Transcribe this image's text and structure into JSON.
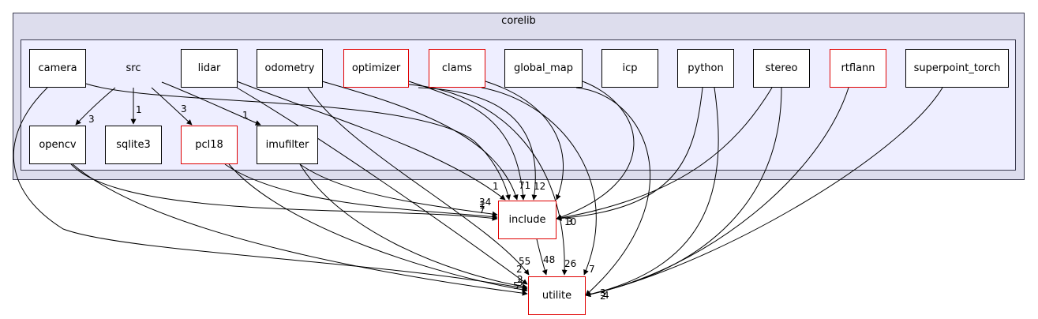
{
  "cluster": {
    "outer_label": "corelib"
  },
  "nodes": [
    {
      "id": "camera",
      "label": "camera",
      "style": "black"
    },
    {
      "id": "src",
      "label": "src",
      "style": "plain"
    },
    {
      "id": "lidar",
      "label": "lidar",
      "style": "black"
    },
    {
      "id": "odometry",
      "label": "odometry",
      "style": "black"
    },
    {
      "id": "optimizer",
      "label": "optimizer",
      "style": "red"
    },
    {
      "id": "clams",
      "label": "clams",
      "style": "red"
    },
    {
      "id": "global_map",
      "label": "global_map",
      "style": "black"
    },
    {
      "id": "icp",
      "label": "icp",
      "style": "black"
    },
    {
      "id": "python",
      "label": "python",
      "style": "black"
    },
    {
      "id": "stereo",
      "label": "stereo",
      "style": "black"
    },
    {
      "id": "rtflann",
      "label": "rtflann",
      "style": "red"
    },
    {
      "id": "superpoint_torch",
      "label": "superpoint_torch",
      "style": "black"
    },
    {
      "id": "opencv",
      "label": "opencv",
      "style": "black"
    },
    {
      "id": "sqlite3",
      "label": "sqlite3",
      "style": "black"
    },
    {
      "id": "pcl18",
      "label": "pcl18",
      "style": "red"
    },
    {
      "id": "imufilter",
      "label": "imufilter",
      "style": "black"
    },
    {
      "id": "include",
      "label": "include",
      "style": "red"
    },
    {
      "id": "utilite",
      "label": "utilite",
      "style": "red"
    }
  ],
  "edge_labels": [
    {
      "id": "src-opencv",
      "text": "3"
    },
    {
      "id": "src-sqlite3",
      "text": "1"
    },
    {
      "id": "src-pcl18",
      "text": "3"
    },
    {
      "id": "src-imufilter",
      "text": "1"
    },
    {
      "id": "lidar-include",
      "text": "1"
    },
    {
      "id": "optimizer-include",
      "text": "71"
    },
    {
      "id": "clams-include",
      "text": "12"
    },
    {
      "id": "globalmap-include",
      "text": "8"
    },
    {
      "id": "imufilter-include",
      "text": "34"
    },
    {
      "id": "pcl18-include",
      "text": "1"
    },
    {
      "id": "opencv-include",
      "text": "7"
    },
    {
      "id": "python-include",
      "text": "10"
    },
    {
      "id": "stereo-include",
      "text": "3"
    },
    {
      "id": "include-utilite",
      "text": "48"
    },
    {
      "id": "odometry-utilite",
      "text": "55"
    },
    {
      "id": "optimizer-utilite",
      "text": "26"
    },
    {
      "id": "clams-utilite",
      "text": "7"
    },
    {
      "id": "camera-utilite",
      "text": "2"
    },
    {
      "id": "opencv-utilite",
      "text": "5"
    },
    {
      "id": "pcl18-utilite",
      "text": "2"
    },
    {
      "id": "imufilter-utilite",
      "text": "3"
    },
    {
      "id": "python-utilite",
      "text": "2"
    },
    {
      "id": "stereo-utilite",
      "text": "4"
    },
    {
      "id": "superpoint-utilite",
      "text": "3"
    }
  ],
  "colors": {
    "cluster_outer": "#dddded",
    "cluster_inner": "#eeeeff",
    "red_border": "#e00000"
  }
}
